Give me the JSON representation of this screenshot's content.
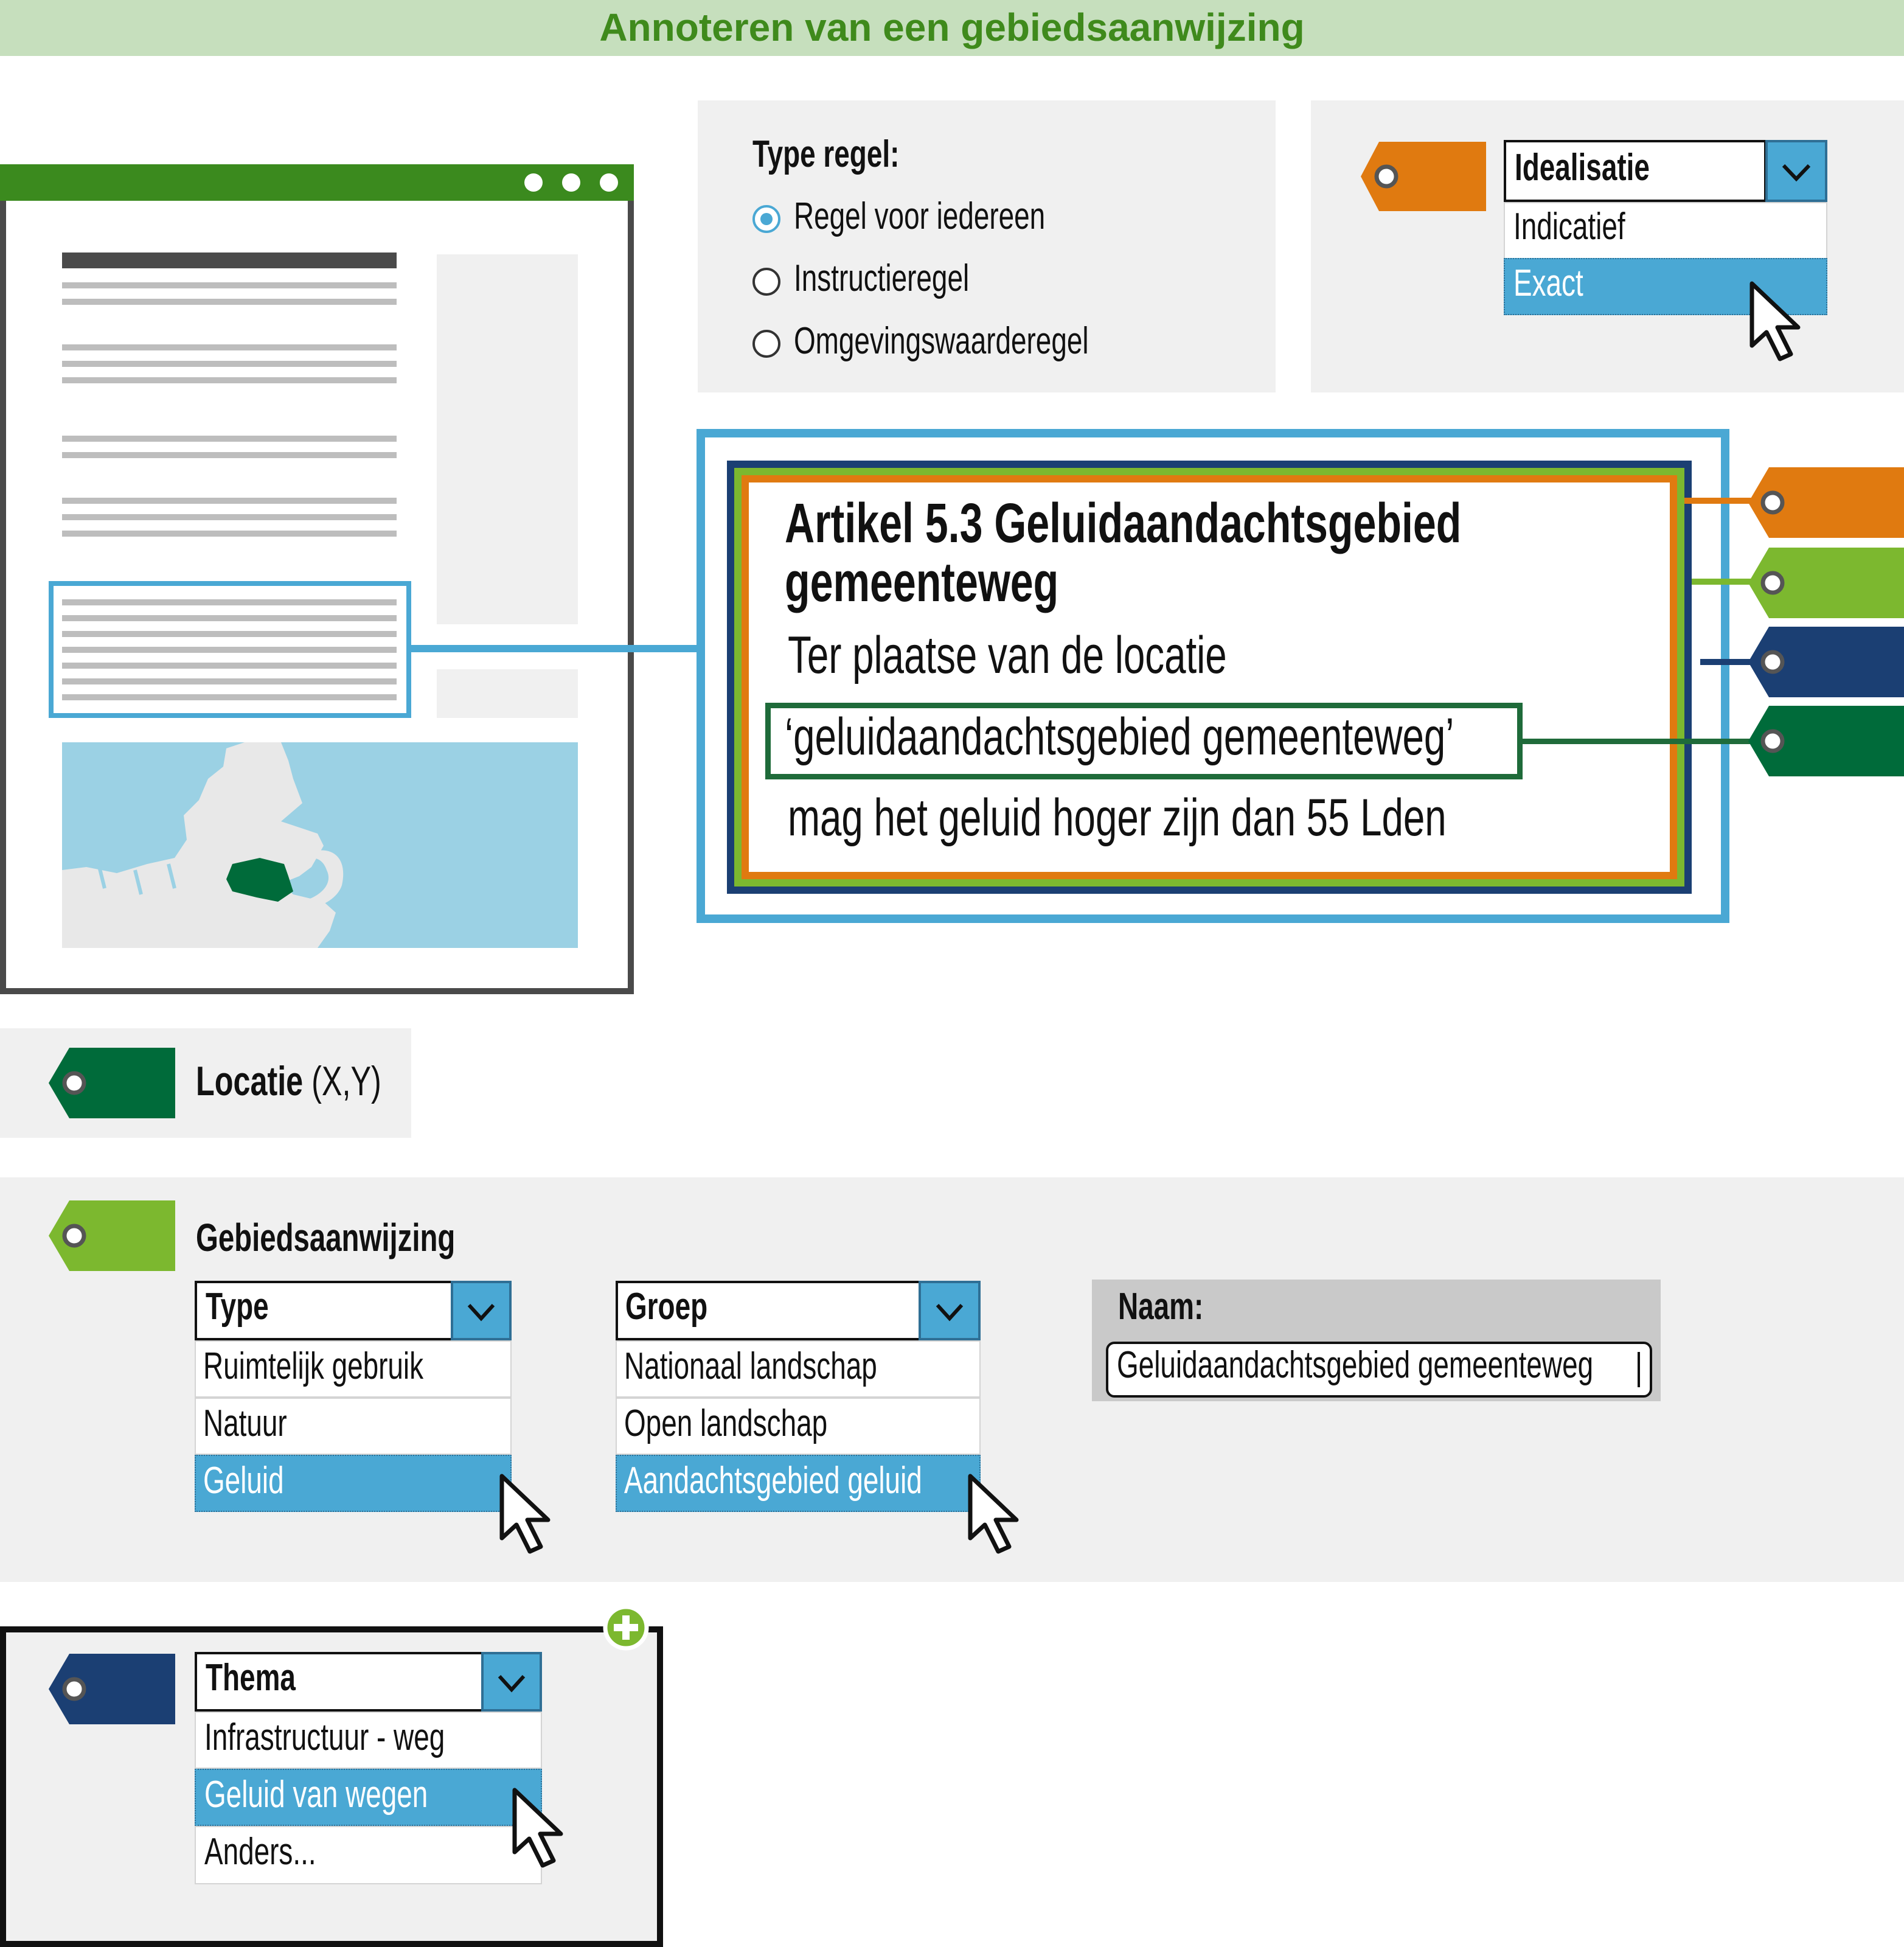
{
  "title": "Annoteren van een gebiedsaanwijzing",
  "type_regel": {
    "label": "Type regel:",
    "options": [
      {
        "label": "Regel voor iedereen",
        "selected": true
      },
      {
        "label": "Instructieregel",
        "selected": false
      },
      {
        "label": "Omgevingswaarderegel",
        "selected": false
      }
    ]
  },
  "idealisatie": {
    "label": "Idealisatie",
    "options": [
      "Indicatief",
      "Exact"
    ],
    "selected": "Exact"
  },
  "artikel": {
    "heading_line1": "Artikel 5.3 Geluidaandachtsgebied",
    "heading_line2": "gemeenteweg",
    "text_line1": "Ter plaatse van de locatie",
    "highlight": "‘geluidaandachtsgebied gemeenteweg’",
    "text_line3": "mag het geluid hoger zijn dan 55 Lden"
  },
  "locatie": {
    "label": "Locatie",
    "suffix": "(X,Y)"
  },
  "gebiedsaanwijzing": {
    "label": "Gebiedsaanwijzing",
    "type": {
      "label": "Type",
      "options": [
        "Ruimtelijk gebruik",
        "Natuur",
        "Geluid"
      ],
      "selected": "Geluid"
    },
    "groep": {
      "label": "Groep",
      "options": [
        "Nationaal landschap",
        "Open landschap",
        "Aandachtsgebied geluid"
      ],
      "selected": "Aandachtsgebied geluid"
    },
    "naam": {
      "label": "Naam:",
      "value": "Geluidaandachtsgebied gemeenteweg"
    }
  },
  "thema": {
    "label": "Thema",
    "options": [
      "Infrastructuur - weg",
      "Geluid van wegen",
      "Anders..."
    ],
    "selected": "Geluid van wegen"
  },
  "colors": {
    "orange": "#e07a10",
    "lime": "#7cb82f",
    "navy": "#1b3f73",
    "darkgreen": "#006b3a",
    "blue": "#4aa8d4",
    "title_bg": "#c6dfbd",
    "title_text": "#3f8a1c"
  }
}
